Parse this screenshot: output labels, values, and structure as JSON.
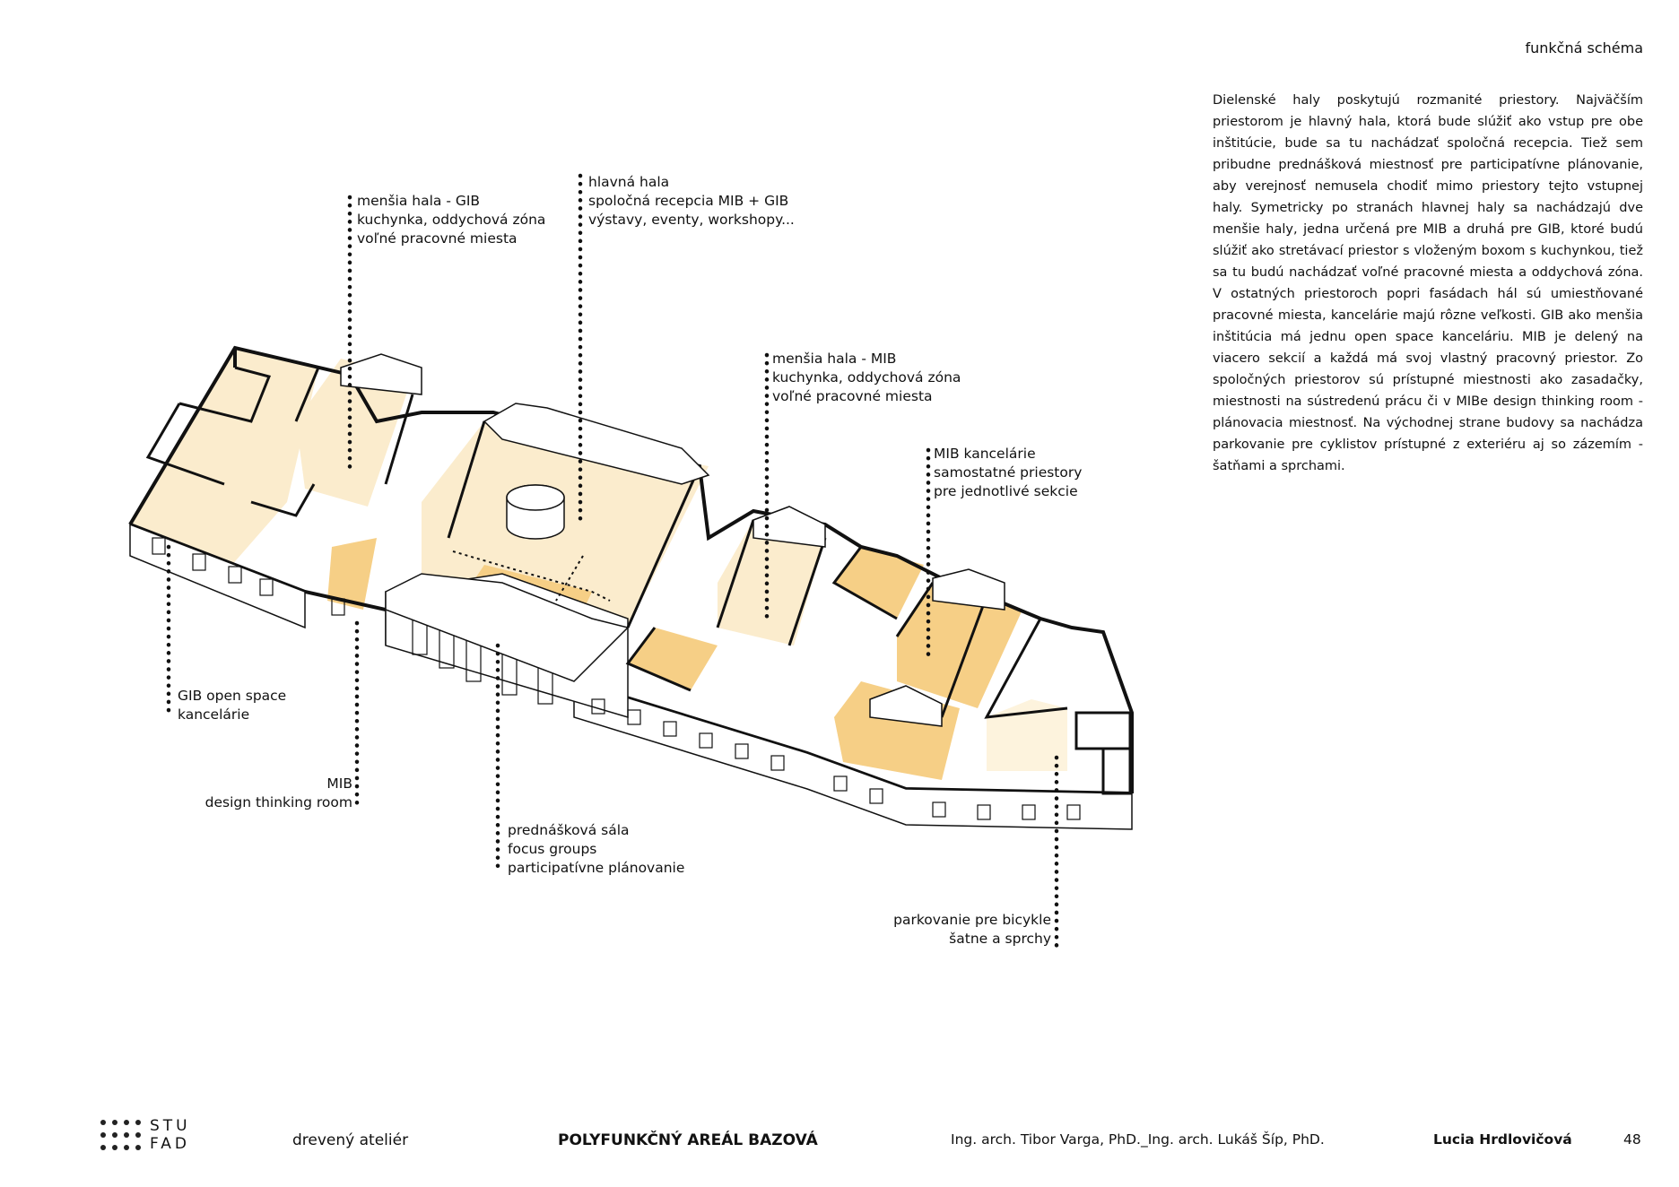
{
  "header": {
    "section_label": "funkčná schéma"
  },
  "description": "Dielenské haly poskytujú rozmanité priestory. Najväčším priestorom je hlavný hala, ktorá bude slúžiť ako vstup pre obe inštitúcie, bude sa tu nachádzať spoločná recepcia. Tiež sem pribudne prednášková miestnosť pre participatívne plánovanie, aby verejnosť nemusela chodiť mimo priestory tejto vstupnej haly. Symetricky po stranách hlavnej haly sa nachádzajú dve menšie haly, jedna určená pre MIB a druhá pre GIB, ktoré budú slúžiť ako stretávací priestor s vloženým boxom s kuchynkou, tiež sa tu budú nachádzať voľné pracovné miesta a oddychová zóna. V ostatných priestoroch popri fasádach hál sú umiestňované pracovné miesta, kancelárie majú rôzne veľkosti. GIB ako menšia inštitúcia má jednu open space kanceláriu. MIB je delený na viacero sekcií a každá má svoj vlastný pracovný priestor. Zo spoločných priestorov sú prístupné miestnosti ako zasadačky, miestnosti na sústredenú prácu či v MIBe design thinking room - plánovacia miestnosť. Na východnej strane budovy sa nachádza parkovanie pre cyklistov prístupné z exteriéru aj so zázemím - šatňami a sprchami.",
  "callouts": {
    "gib_hall": [
      "menšia hala - GIB",
      "kuchynka, oddychová zóna",
      "voľné pracovné miesta"
    ],
    "main_hall": [
      "hlavná hala",
      "spoločná recepcia MIB + GIB",
      "výstavy, eventy, workshopy..."
    ],
    "mib_hall": [
      "menšia hala - MIB",
      "kuchynka, oddychová zóna",
      "voľné pracovné miesta"
    ],
    "mib_offices": [
      "MIB kancelárie",
      "samostatné priestory",
      "pre jednotlivé sekcie"
    ],
    "gib_open_space": [
      "GIB open space",
      "kancelárie"
    ],
    "mib_design": [
      "MIB",
      "design thinking room"
    ],
    "lecture_hall": [
      "prednášková sála",
      "focus groups",
      "participatívne plánovanie"
    ],
    "bike_parking": [
      "parkovanie pre bicykle",
      "šatne a sprchy"
    ]
  },
  "footer": {
    "logo_line1": "STU",
    "logo_line2": "FAD",
    "studio": "drevený ateliér",
    "project": "POLYFUNKČNÝ AREÁL BAZOVÁ",
    "tutors": "Ing. arch. Tibor Varga, PhD._Ing. arch. Lukáš Šíp, PhD.",
    "author": "Lucia Hrdlovičová",
    "page_number": "48"
  },
  "colors": {
    "floor": "#fbeccd",
    "floor_dark": "#f6cf86",
    "floor_light": "#fdf3dd",
    "ink": "#111111"
  }
}
